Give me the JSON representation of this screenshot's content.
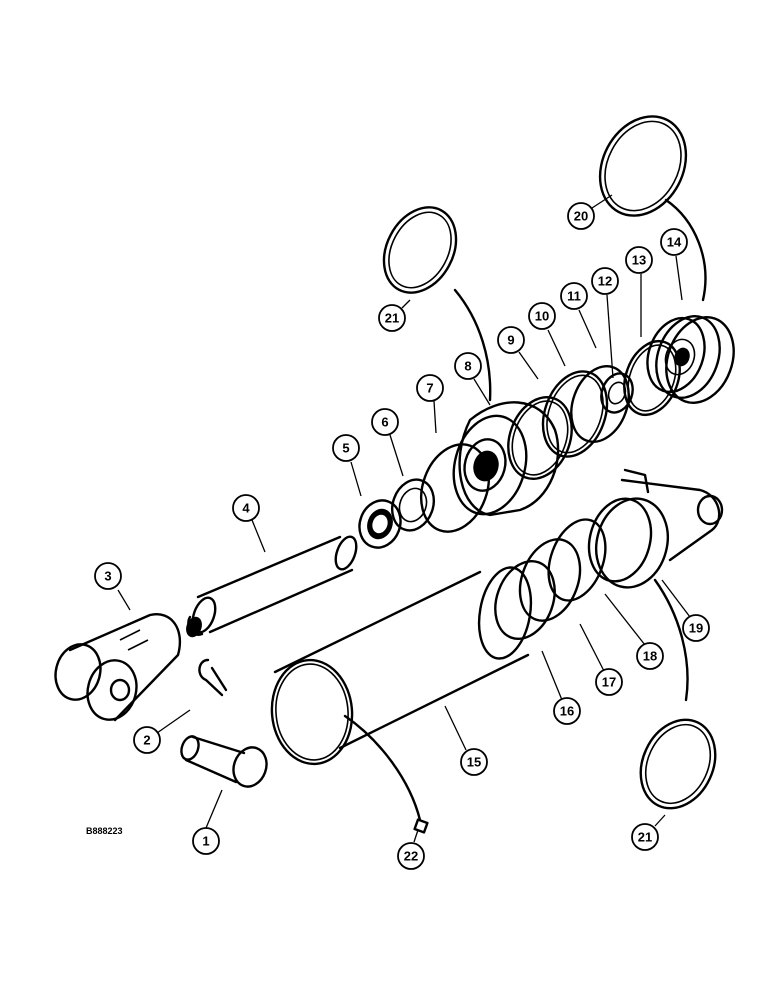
{
  "figure": {
    "reference_code": "B888223",
    "callouts": [
      {
        "id": "c1",
        "label": "1"
      },
      {
        "id": "c2",
        "label": "2"
      },
      {
        "id": "c3",
        "label": "3"
      },
      {
        "id": "c4",
        "label": "4"
      },
      {
        "id": "c5",
        "label": "5"
      },
      {
        "id": "c6",
        "label": "6"
      },
      {
        "id": "c7",
        "label": "7"
      },
      {
        "id": "c8",
        "label": "8"
      },
      {
        "id": "c9",
        "label": "9"
      },
      {
        "id": "c10",
        "label": "10"
      },
      {
        "id": "c11",
        "label": "11"
      },
      {
        "id": "c12",
        "label": "12"
      },
      {
        "id": "c13",
        "label": "13"
      },
      {
        "id": "c14",
        "label": "14"
      },
      {
        "id": "c15",
        "label": "15"
      },
      {
        "id": "c16",
        "label": "16"
      },
      {
        "id": "c17",
        "label": "17"
      },
      {
        "id": "c18",
        "label": "18"
      },
      {
        "id": "c19",
        "label": "19"
      },
      {
        "id": "c20",
        "label": "20"
      },
      {
        "id": "c21a",
        "label": "21"
      },
      {
        "id": "c21b",
        "label": "21"
      },
      {
        "id": "c22",
        "label": "22"
      }
    ]
  }
}
